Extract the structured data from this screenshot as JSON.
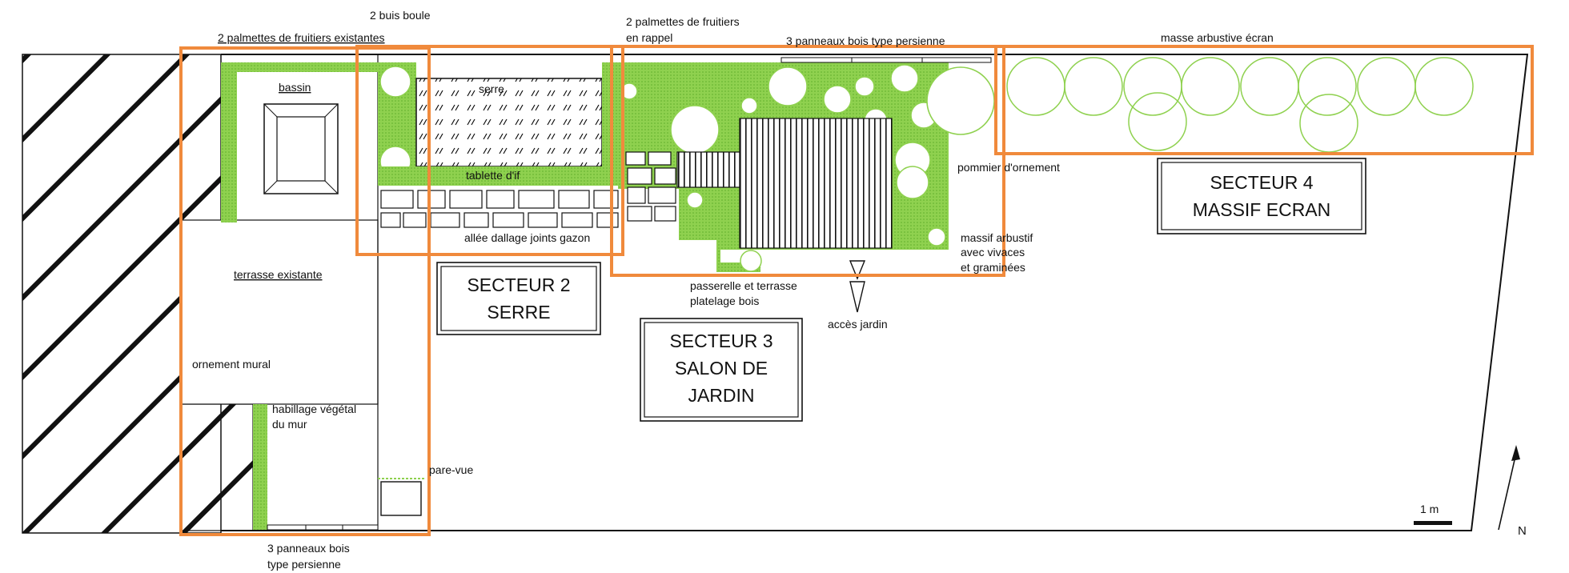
{
  "plan": {
    "labels": {
      "buis": "2 buis boule",
      "palm_exist": "2 palmettes de fruitiers existantes",
      "palm_rappel_1": "2 palmettes de fruitiers",
      "palm_rappel_2": "en rappel",
      "panneaux_top": "3 panneaux bois type persienne",
      "masse": "masse arbustive   écran",
      "bassin": "bassin",
      "serre": "serre",
      "tablette": "tablette  d'if",
      "allee": "allée dallage joints gazon",
      "pommier": "pommier d'ornement",
      "massif_1": "massif arbustif",
      "massif_2": "avec vivaces",
      "massif_3": "et graminées",
      "passerelle_1": "passerelle et terrasse",
      "passerelle_2": "platelage bois",
      "acces": "accès jardin",
      "terrasse": "terrasse existante",
      "ornement": "ornement mural",
      "habillage_1": "habillage végétal",
      "habillage_2": "du mur",
      "parevue": "pare-vue",
      "panneaux_bot_1": "3 panneaux bois",
      "panneaux_bot_2": "type persienne",
      "scale": "1 m",
      "north": "N"
    },
    "sectors": [
      {
        "line1": "SECTEUR 2",
        "line2": "SERRE"
      },
      {
        "line1": "SECTEUR 3",
        "line2": "SALON DE",
        "line3": "JARDIN"
      },
      {
        "line1": "SECTEUR 4",
        "line2": "MASSIF ECRAN"
      }
    ],
    "colors": {
      "vegetation": "#8fd14f",
      "sector_outline": "#f08a3c",
      "ink": "#111111"
    }
  }
}
